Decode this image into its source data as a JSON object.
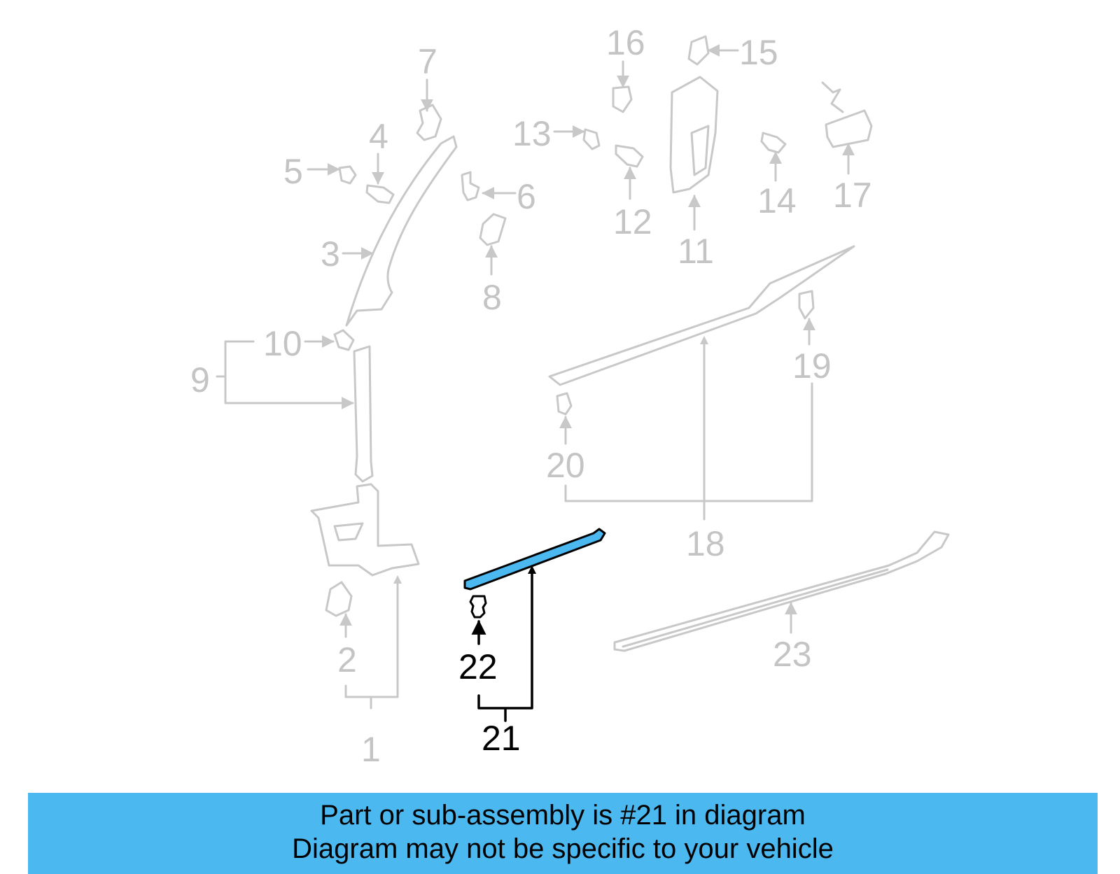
{
  "highlight_color": "#4cb8f0",
  "faded_color": "#c8c8c8",
  "callouts": {
    "c1": "1",
    "c2": "2",
    "c3": "3",
    "c4": "4",
    "c5": "5",
    "c6": "6",
    "c7": "7",
    "c8": "8",
    "c9": "9",
    "c10": "10",
    "c11": "11",
    "c12": "12",
    "c13": "13",
    "c14": "14",
    "c15": "15",
    "c16": "16",
    "c17": "17",
    "c18": "18",
    "c19": "19",
    "c20": "20",
    "c21": "21",
    "c22": "22",
    "c23": "23"
  },
  "banner": {
    "line1": "Part or sub-assembly is #21 in diagram",
    "line2": "Diagram may not be specific to your vehicle"
  }
}
